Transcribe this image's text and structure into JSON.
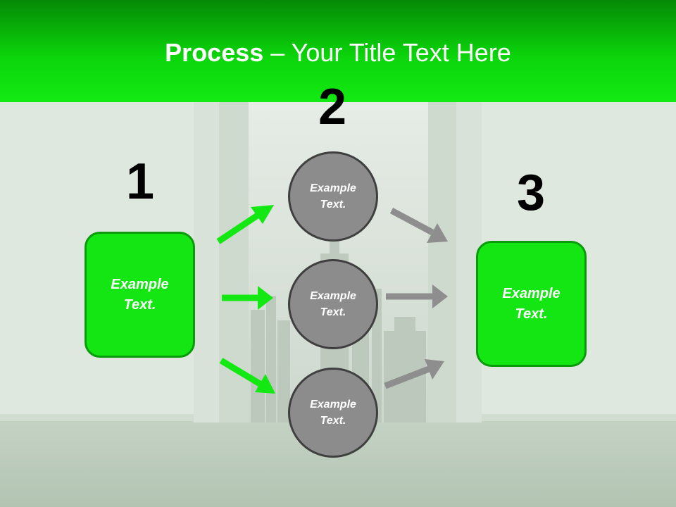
{
  "title": {
    "bold": "Process",
    "rest": " – Your Title Text Here"
  },
  "steps": {
    "one": "1",
    "two": "2",
    "three": "3"
  },
  "boxes": {
    "left": "Example Text.",
    "right": "Example Text."
  },
  "circles": {
    "top": "Example Text.",
    "middle": "Example Text.",
    "bottom": "Example Text."
  },
  "colors": {
    "header": "#0bd40b",
    "box_fill": "#14e614",
    "box_border": "#0b9a0b",
    "circle_fill": "#8c8c8c",
    "green_arrow": "#13e813",
    "gray_arrow": "#8e8e8e"
  }
}
